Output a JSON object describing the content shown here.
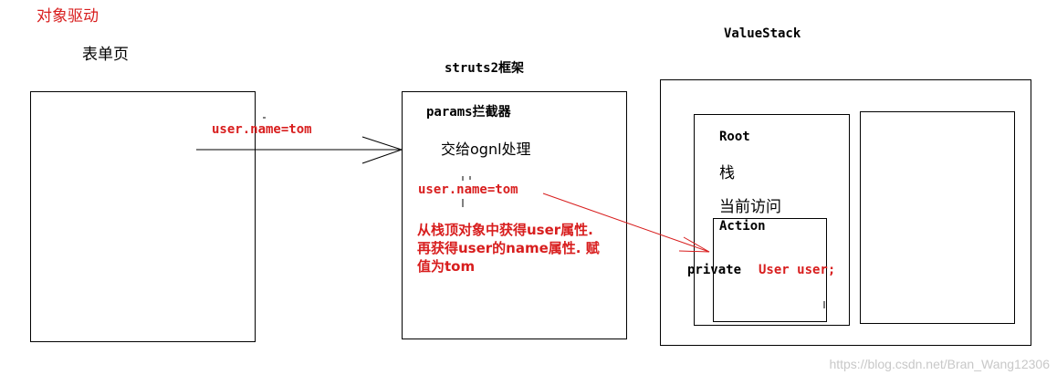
{
  "header": {
    "title": "对象驱动"
  },
  "form_page": {
    "label": "表单页",
    "submitted_param": "user.name=tom"
  },
  "framework": {
    "label": "struts2框架",
    "interceptor": "params拦截器",
    "handoff": "交给ognl处理",
    "expression": "user.name=tom",
    "explanation": "从栈顶对象中获得user属性. 再获得user的name属性. 赋值为tom"
  },
  "value_stack": {
    "label": "ValueStack",
    "root": {
      "label": "Root",
      "stack": "栈",
      "current_access": "当前访问"
    },
    "action": {
      "label": "Action",
      "field_modifier": "private",
      "field_decl": "User user;"
    }
  },
  "watermark": "https://blog.csdn.net/Bran_Wang12306",
  "colors": {
    "emphasis": "#d81e1e",
    "line": "#000000",
    "watermark": "#c8c8c8"
  }
}
